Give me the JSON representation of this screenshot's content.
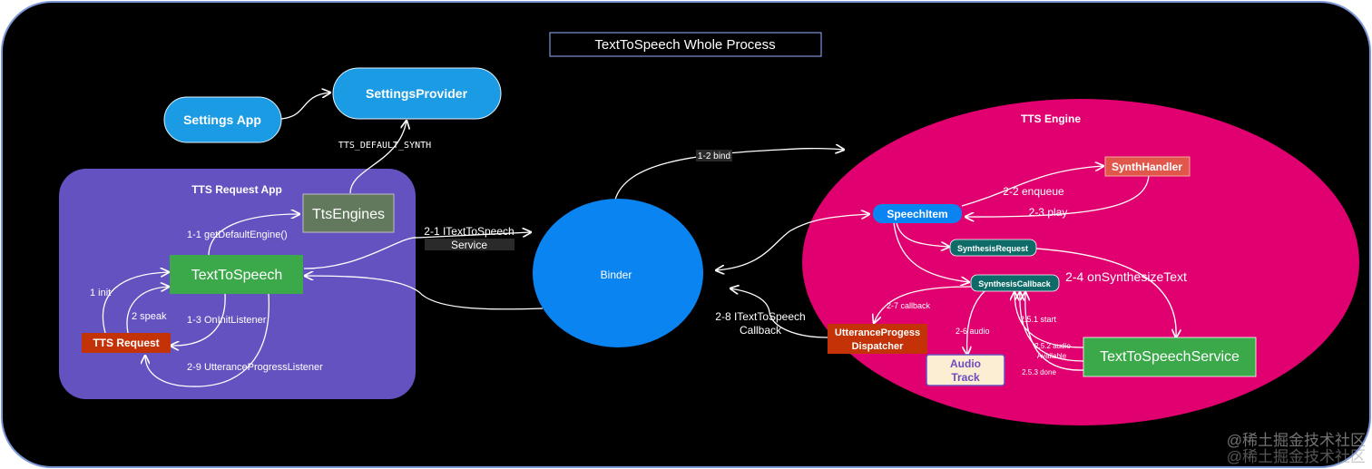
{
  "title": "TextToSpeech Whole Process",
  "groups": {
    "request_app": "TTS Request App",
    "tts_engine": "TTS Engine"
  },
  "nodes": {
    "settings_app": "Settings App",
    "settings_provider": "SettingsProvider",
    "tts_engines": "TtsEngines",
    "text_to_speech": "TextToSpeech",
    "tts_request": "TTS Request",
    "binder": "Binder",
    "synth_handler": "SynthHandler",
    "speech_item": "SpeechItem",
    "synthesis_request": "SynthesisRequest",
    "synthesis_callback": "SynthesisCallback",
    "utterance_dispatcher_line1": "UtteranceProgess",
    "utterance_dispatcher_line2": "Dispatcher",
    "audio_track_line1": "Audio",
    "audio_track_line2": "Track",
    "tts_service": "TextToSpeechService"
  },
  "edge_labels": {
    "default_synth": "TTS_DEFAULT_SYNTH",
    "init": "1  init",
    "speak": "2 speak",
    "get_default_engine": "1-1 getDefaultEngine()",
    "on_init_listener": "1-3 OnInitListener",
    "utterance_listener": "2-9 UtteranceProgressListener",
    "bind": "1-2 bind",
    "itts_service_line1": "2-1 ITextToSpeech",
    "itts_service_line2": "Service",
    "itts_callback_line1": "2-8 ITextToSpeech",
    "itts_callback_line2": "Callback",
    "enqueue": "2-2 enqueue",
    "play": "2-3  play",
    "on_synthesize": "2-4 onSynthesizeText",
    "callback_27": "2-7 callback",
    "audio_26": "2-6 audio",
    "start_251": "2.5.1 start",
    "audio_available_line1": "2.5.2 audio",
    "audio_available_line2": "Available",
    "done_253": "2.5.3 done"
  },
  "watermark_1": "@稀土掘金技术社区",
  "watermark_2": "@稀土掘金技术社区",
  "colors": {
    "background": "#000000",
    "frame_border": "#7c97d8",
    "request_app": "#6452c0",
    "engine": "#e0006f",
    "blue_node": "#1b9be3",
    "binder": "#0a84f0",
    "green_node": "#3ba94a",
    "tts_engines": "#62795d",
    "red_node": "#c43208",
    "synth_handler": "#e2574c",
    "teal_node": "#0e6b68",
    "audio_track": "#fbeed2",
    "audio_text": "#6b4cc0"
  }
}
